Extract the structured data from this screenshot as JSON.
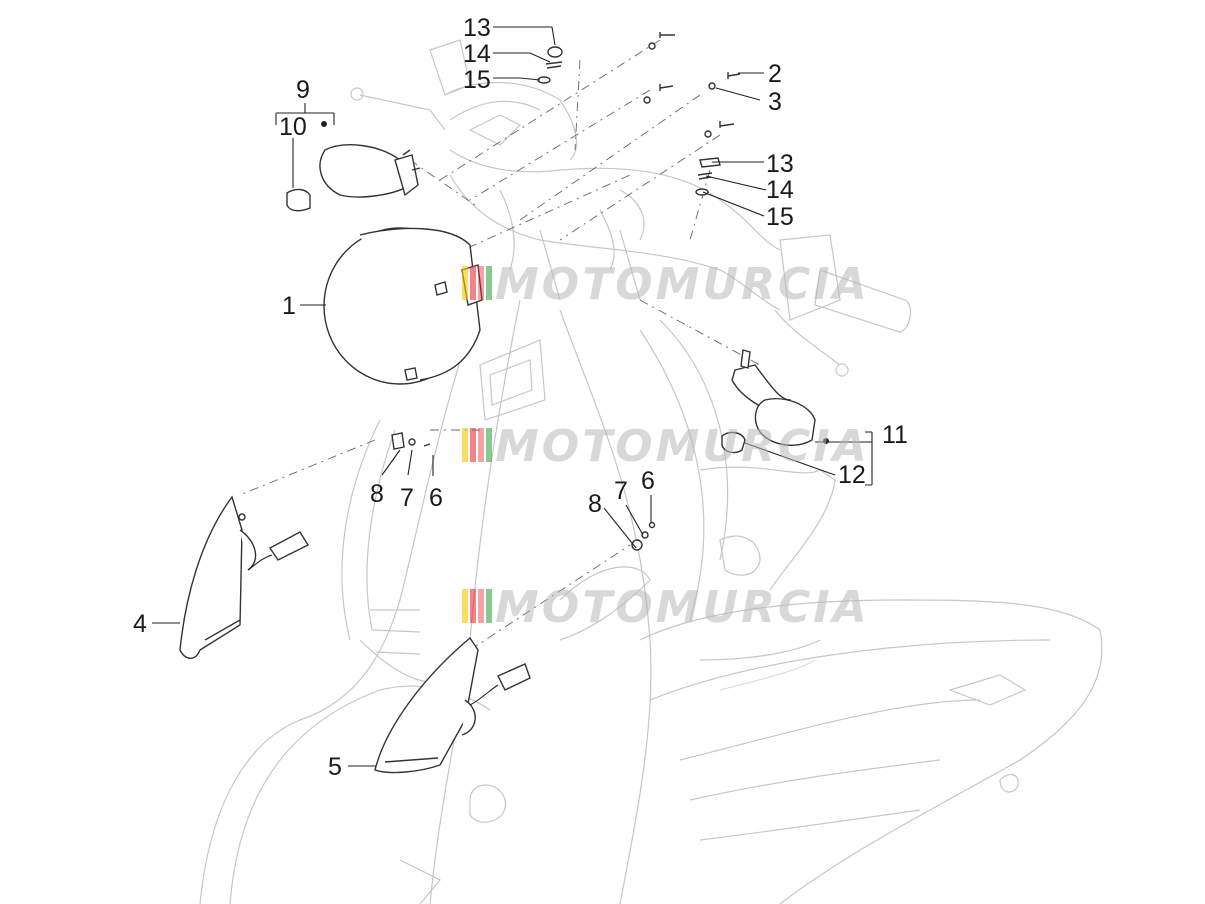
{
  "diagram": {
    "labels": {
      "l1": "1",
      "l2": "2",
      "l3": "3",
      "l4": "4",
      "l5": "5",
      "l6a": "6",
      "l6b": "6",
      "l7a": "7",
      "l7b": "7",
      "l8a": "8",
      "l8b": "8",
      "l9": "9",
      "l10": "10",
      "l11": "11",
      "l12": "12",
      "l13a": "13",
      "l13b": "13",
      "l14a": "14",
      "l14b": "14",
      "l15a": "15",
      "l15b": "15"
    },
    "watermark": "MOTOMURCIA",
    "colors": {
      "stroke": "#333333",
      "ghost": "#c9c4cc",
      "watermark_red": "#e8303a",
      "watermark_yellow": "#f5c800",
      "watermark_green": "#3aa346"
    }
  }
}
